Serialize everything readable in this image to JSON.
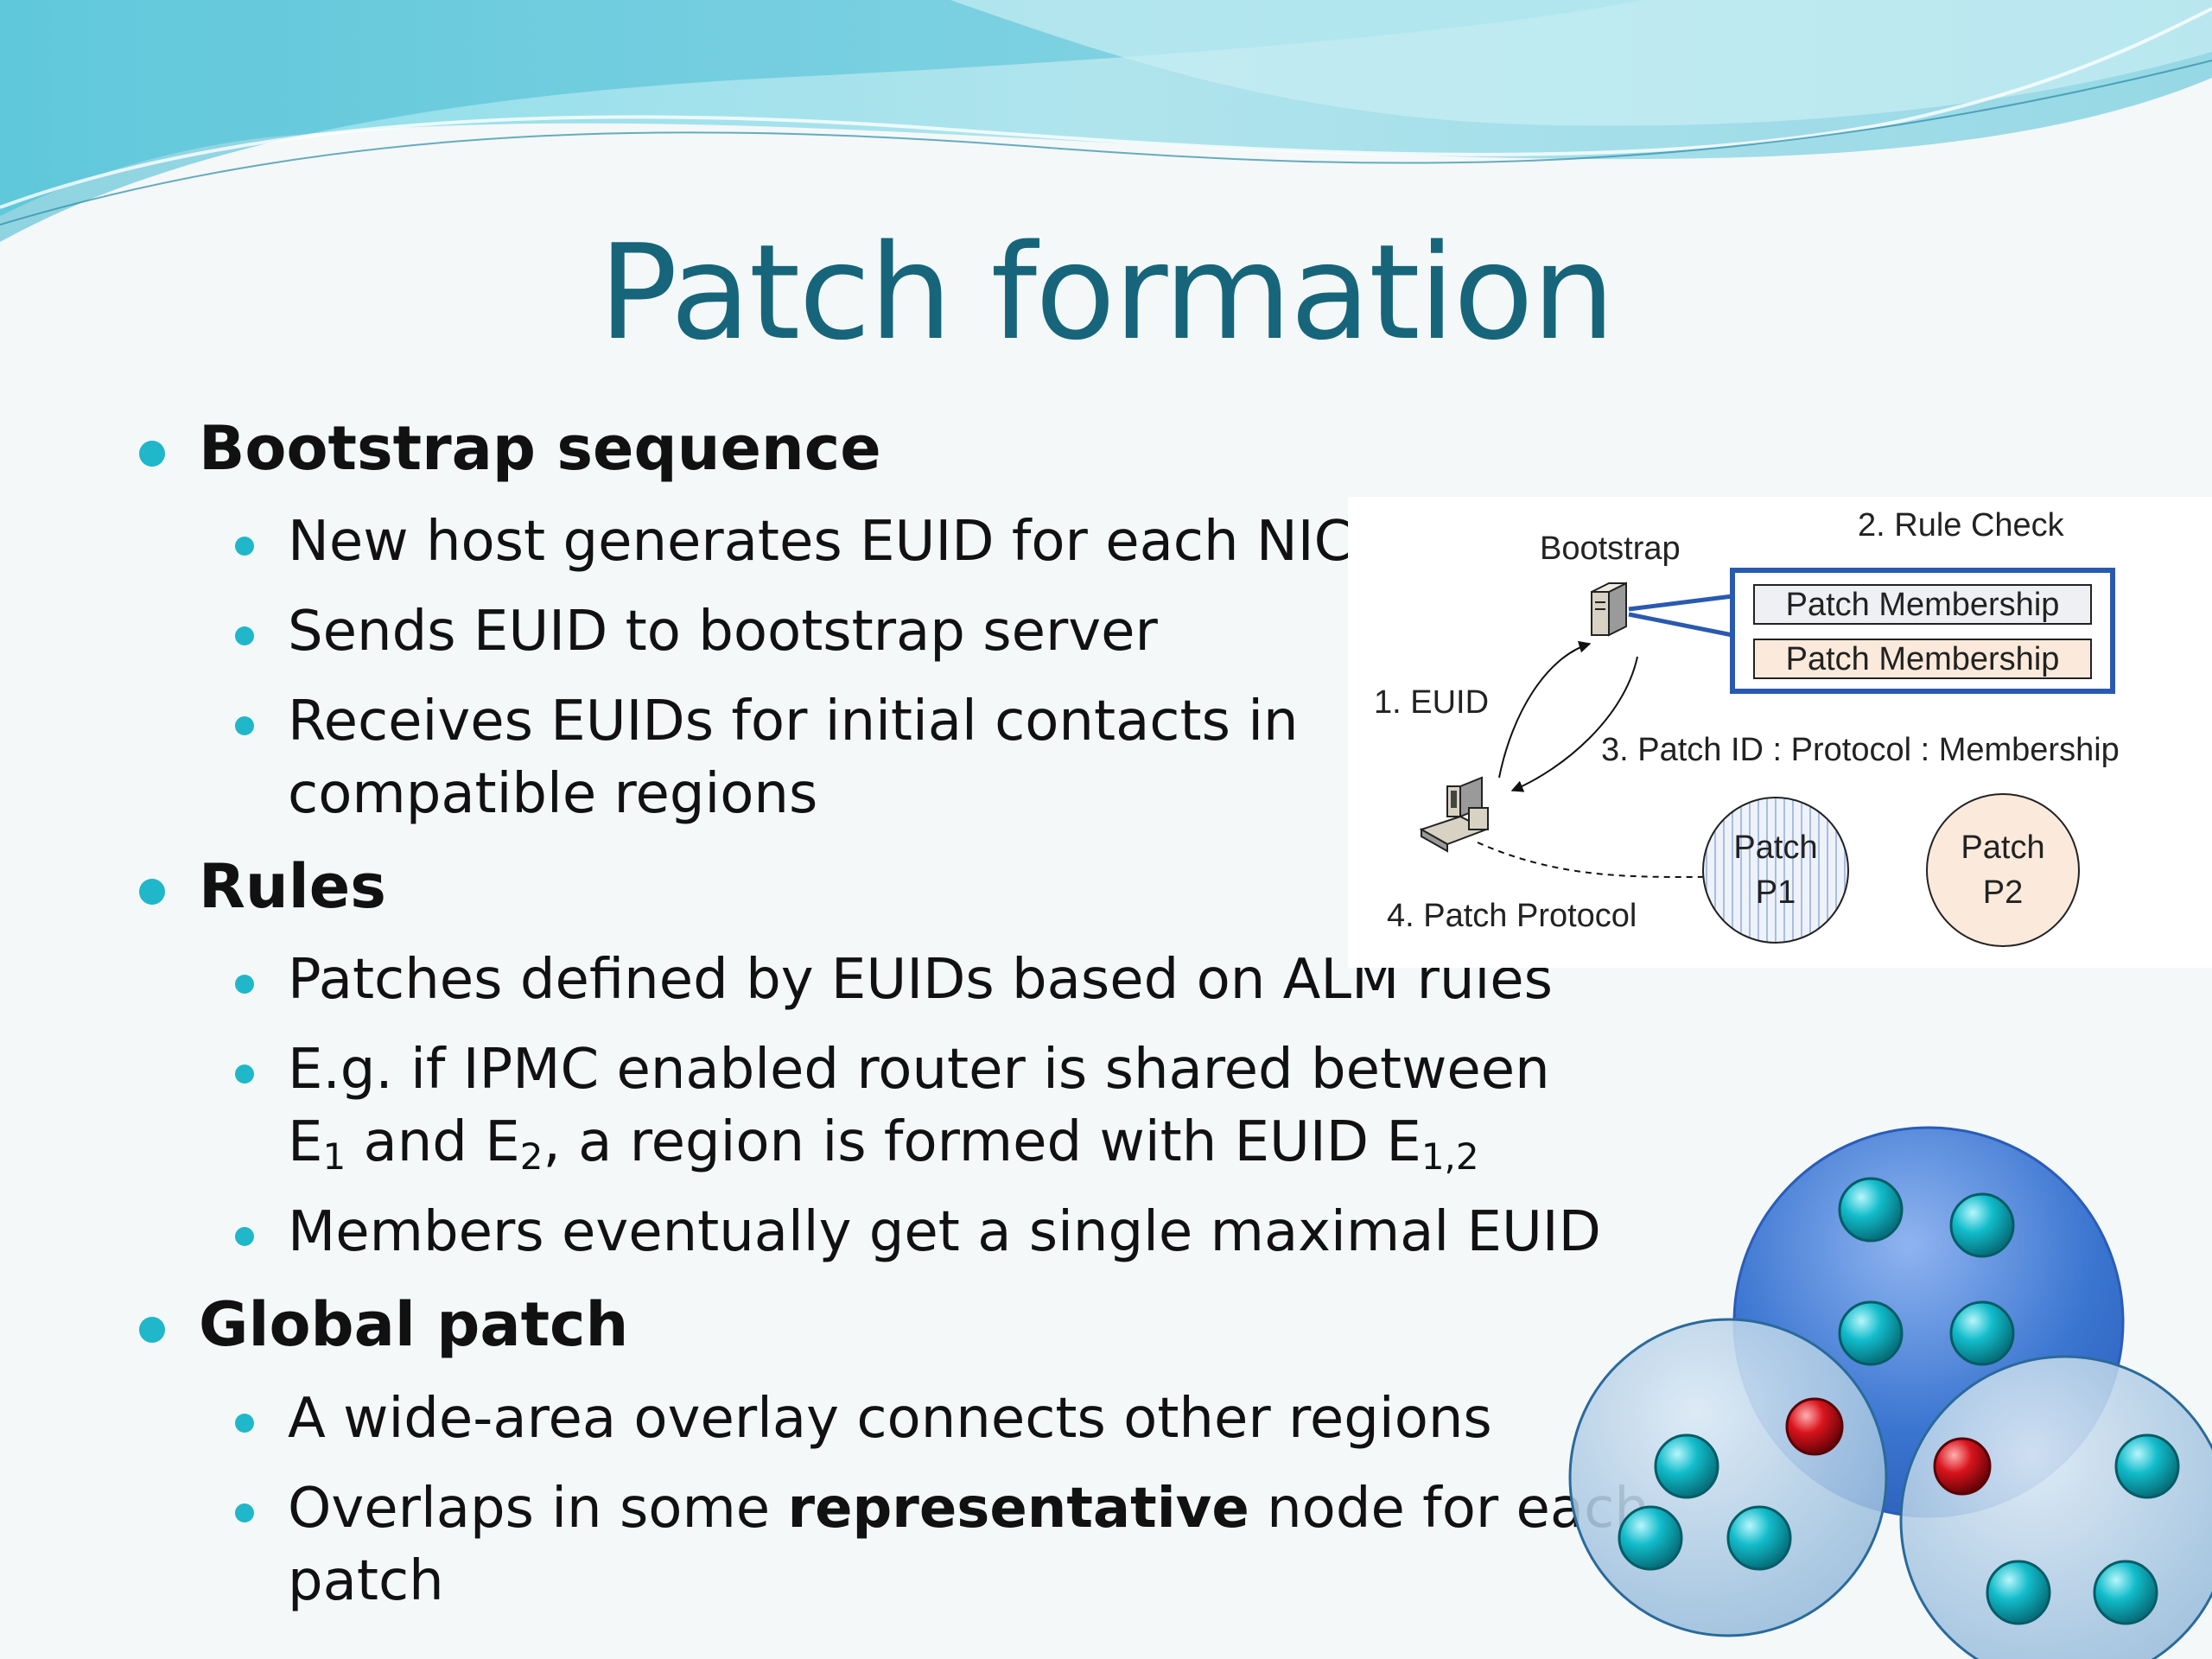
{
  "slide": {
    "title": "Patch formation",
    "sections": [
      {
        "heading": "Bootstrap sequence",
        "items": [
          "New host generates EUID for each NIC",
          "Sends EUID to bootstrap server",
          "Receives EUIDs for initial contacts in",
          "compatible regions"
        ]
      },
      {
        "heading": "Rules",
        "items": [
          "Patches defined by EUIDs based  on ALM rules",
          "E.g. if IPMC enabled router is shared between",
          {
            "e": "E",
            "sub1": "1",
            "and": " and E",
            "sub2": "2",
            "rest": ", a region is formed with EUID E",
            "sub3": "1,2"
          },
          "Members eventually get a single maximal EUID"
        ]
      },
      {
        "heading": "Global patch",
        "items": [
          "A wide-area overlay connects other regions",
          {
            "pre": "Overlaps in some ",
            "bold": "representative",
            "post": " node for each"
          },
          "patch"
        ]
      }
    ]
  },
  "diagram": {
    "bootstrap_label": "Bootstrap",
    "rule_check_label": "2. Rule Check",
    "membership_rows": [
      "Patch Membership",
      "Patch Membership"
    ],
    "euid_label": "1. EUID",
    "patch_id_label": "3. Patch ID : Protocol : Membership",
    "patch_protocol_label": "4. Patch Protocol",
    "patch_p1": [
      "Patch",
      "P1"
    ],
    "patch_p2": [
      "Patch",
      "P2"
    ],
    "icons": [
      "server-icon",
      "workstation-icon"
    ]
  },
  "colors": {
    "title": "#17657a",
    "bullet": "#1fb7c9",
    "rule_box_border": "#2a5ab0",
    "patch_p2_fill": "#fbeadb",
    "big_circle": "#3a75d0",
    "node_cyan": "#12bccb",
    "node_red": "#d9141c"
  }
}
